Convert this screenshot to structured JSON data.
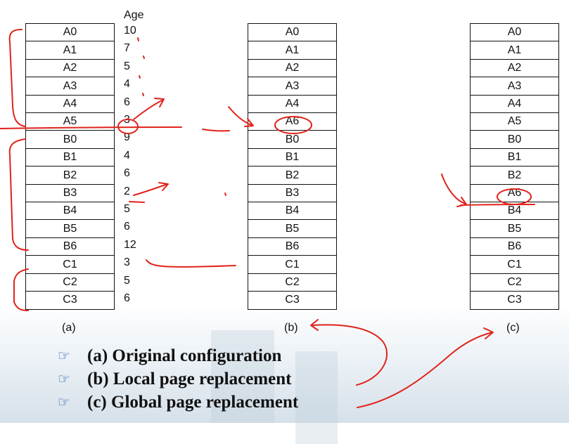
{
  "age_header": "Age",
  "table_a": {
    "pages": [
      "A0",
      "A1",
      "A2",
      "A3",
      "A4",
      "A5",
      "B0",
      "B1",
      "B2",
      "B3",
      "B4",
      "B5",
      "B6",
      "C1",
      "C2",
      "C3"
    ],
    "ages": [
      "10",
      "7",
      "5",
      "4",
      "6",
      "3",
      "9",
      "4",
      "6",
      "2",
      "5",
      "6",
      "12",
      "3",
      "5",
      "6"
    ],
    "caption": "(a)"
  },
  "table_b": {
    "pages": [
      "A0",
      "A1",
      "A2",
      "A3",
      "A4",
      "A6",
      "B0",
      "B1",
      "B2",
      "B3",
      "B4",
      "B5",
      "B6",
      "C1",
      "C2",
      "C3"
    ],
    "caption": "(b)"
  },
  "table_c": {
    "pages": [
      "A0",
      "A1",
      "A2",
      "A3",
      "A4",
      "A5",
      "B0",
      "B1",
      "B2",
      "A6",
      "B4",
      "B5",
      "B6",
      "C1",
      "C2",
      "C3"
    ],
    "caption": "(c)"
  },
  "bullets": [
    "(a) Original configuration",
    "(b) Local page replacement",
    "(c) Global page replacement"
  ],
  "colors": {
    "annotation": "#e0231b",
    "border": "#111111",
    "bullet_icon": "#1d56a8"
  },
  "icons": {
    "bullet": "pointing-hand-icon"
  }
}
